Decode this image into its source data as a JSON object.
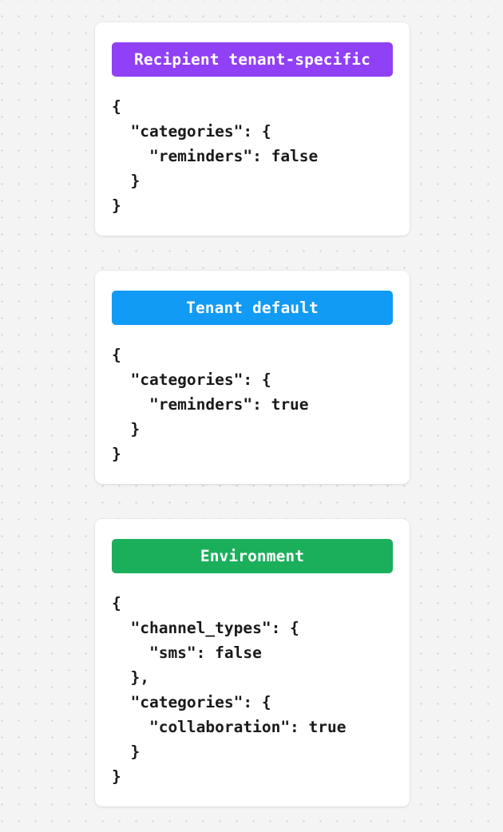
{
  "background": {
    "color": "#f4f4f4",
    "dot_color": "#cfcfcf"
  },
  "cards": [
    {
      "badge_label": "Recipient tenant-specific",
      "badge_color": "#9040f5",
      "badge_text_color": "#ffffff",
      "code": "{\n  \"categories\": {\n    \"reminders\": false\n  }\n}"
    },
    {
      "badge_label": "Tenant default",
      "badge_color": "#119bf5",
      "badge_text_color": "#ffffff",
      "code": "{\n  \"categories\": {\n    \"reminders\": true\n  }\n}"
    },
    {
      "badge_label": "Environment",
      "badge_color": "#1baf5c",
      "badge_text_color": "#ffffff",
      "code": "{\n  \"channel_types\": {\n    \"sms\": false\n  },\n  \"categories\": {\n    \"collaboration\": true\n  }\n}"
    }
  ]
}
